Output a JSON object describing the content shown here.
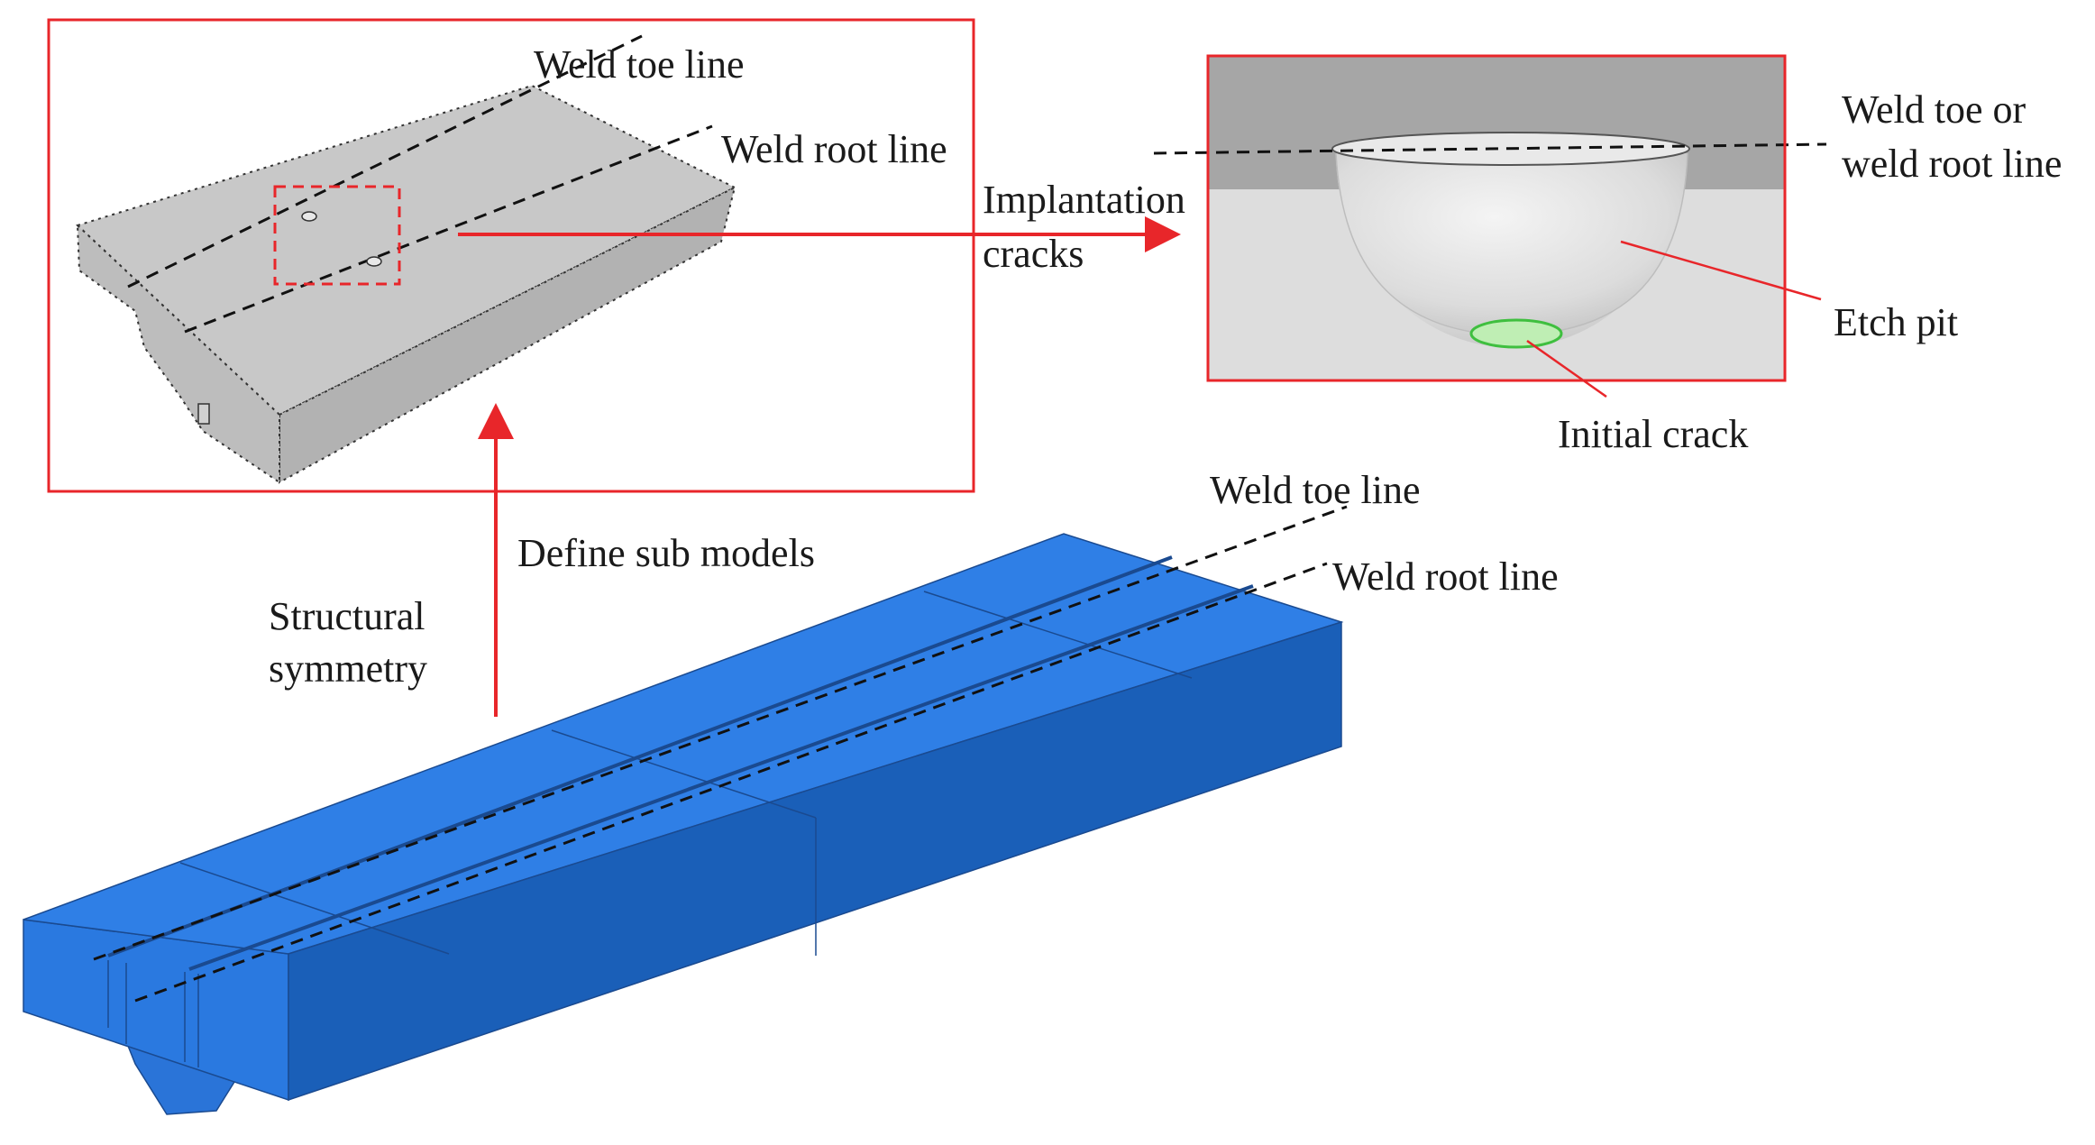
{
  "labels": {
    "weld_toe_line_top": "Weld toe line",
    "weld_root_line_top": "Weld root line",
    "implantation_1": "Implantation",
    "implantation_2": "cracks",
    "weld_toe_or_1": "Weld toe or",
    "weld_toe_or_2": "weld root line",
    "etch_pit": "Etch pit",
    "initial_crack": "Initial crack",
    "define_sub_models": "Define sub models",
    "structural_1": "Structural",
    "symmetry_2": "symmetry",
    "weld_toe_line_bottom": "Weld toe line",
    "weld_root_line_bottom": "Weld root line"
  },
  "colors": {
    "frame_red": "#e8262a",
    "submodel_gray_top": "#c8c8c8",
    "submodel_gray_side": "#b4b4b4",
    "model_blue_top": "#2f7fe6",
    "model_blue_side": "#1a5fb8",
    "model_blue_front": "#2370d6",
    "crack_green": "#3fbf3f"
  }
}
